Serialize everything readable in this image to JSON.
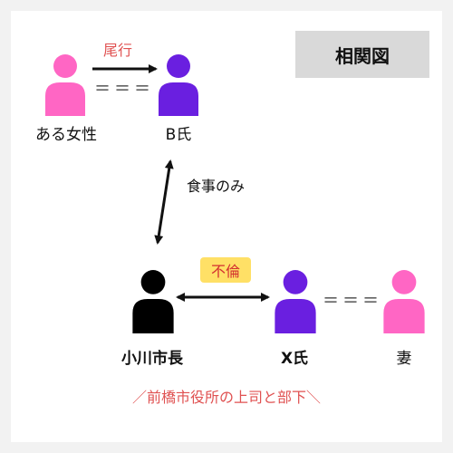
{
  "title": "相関図",
  "people": {
    "woman": {
      "label": "ある女性",
      "color": "#ff66c4"
    },
    "b": {
      "label": "B氏",
      "color": "#6a1fe0"
    },
    "mayor": {
      "label": "小川市長",
      "color": "#000000"
    },
    "x": {
      "label": "X氏",
      "color": "#6a1fe0"
    },
    "wife": {
      "label": "妻",
      "color": "#ff66c4"
    }
  },
  "relations": {
    "stalking": {
      "label": "尾行",
      "color": "#e05252"
    },
    "meals": {
      "label": "食事のみ",
      "color": "#111111"
    },
    "affair": {
      "label": "不倫",
      "color": "#d33030",
      "bg": "#ffe066"
    },
    "equal_top": "＝＝＝",
    "equal_right": "＝＝＝"
  },
  "footnote": "／前橋市役所の上司と部下＼"
}
